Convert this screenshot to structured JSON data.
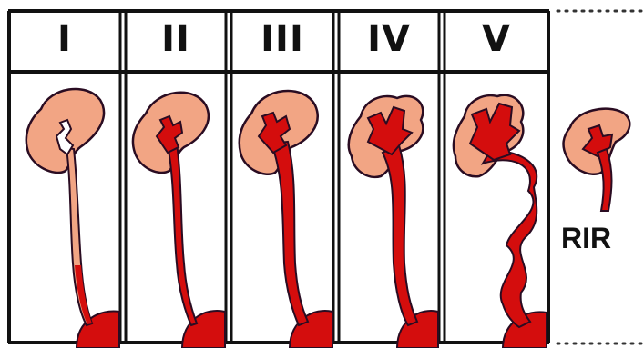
{
  "grades": [
    {
      "label": "I"
    },
    {
      "label": "II"
    },
    {
      "label": "III"
    },
    {
      "label": "IV"
    },
    {
      "label": "V"
    }
  ],
  "reference": {
    "label": "RIR"
  },
  "colors": {
    "kidney": "#f2a584",
    "urine": "#d40d0d",
    "outline": "#2a0c22",
    "frame": "#111111"
  }
}
